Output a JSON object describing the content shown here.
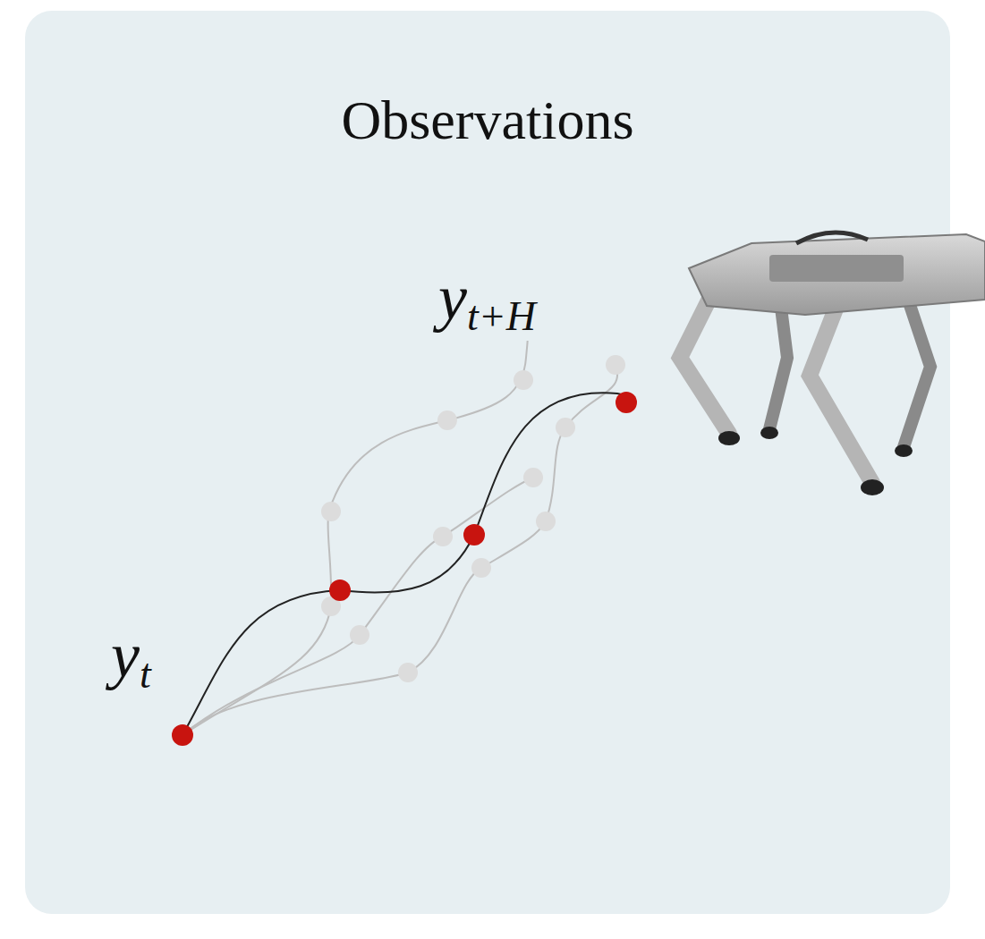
{
  "diagram": {
    "title": "Observations",
    "labels": [
      "yt",
      "yt+H"
    ]
  }
}
